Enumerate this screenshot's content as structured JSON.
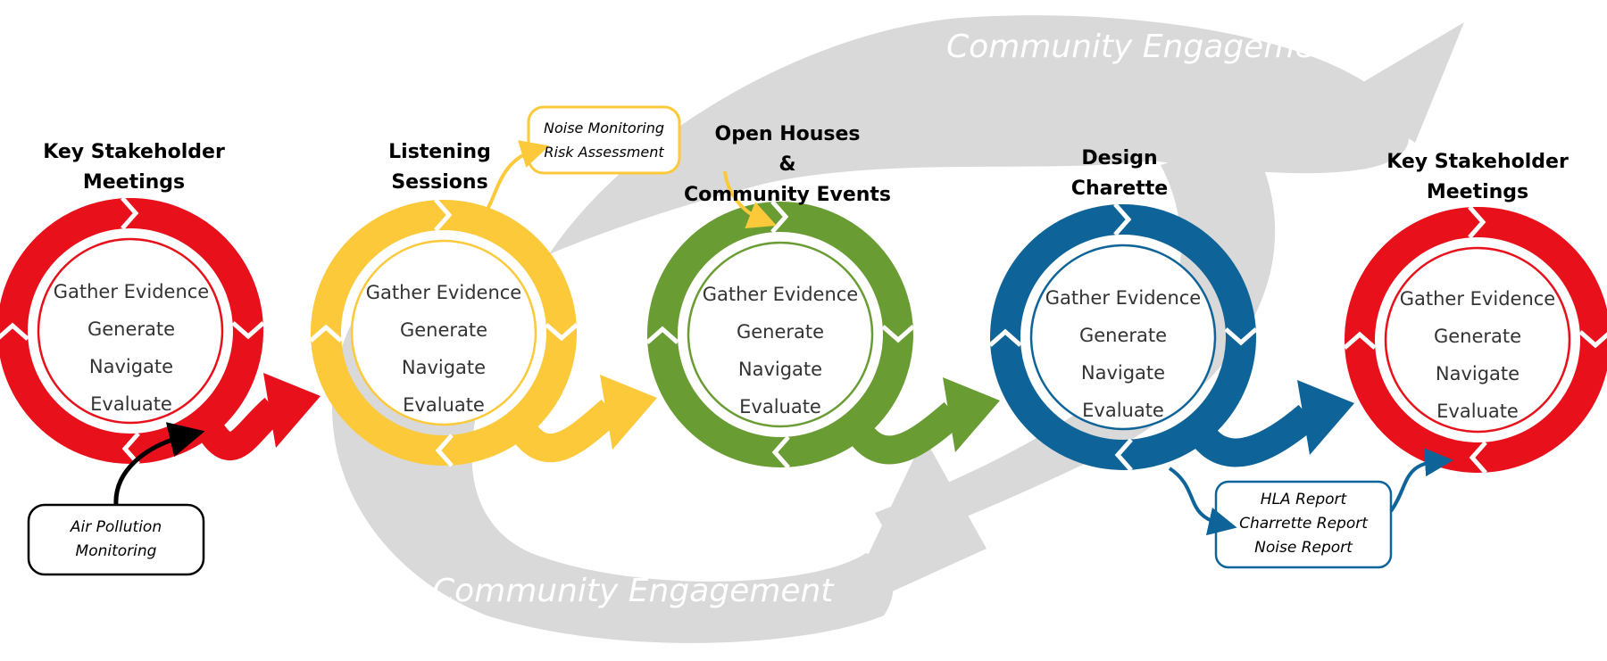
{
  "engagement": {
    "top_label": "Community Engagement",
    "bottom_label": "Community Engagement",
    "color": "#d9d9d9"
  },
  "stages": [
    {
      "title": [
        "Key Stakeholder",
        "Meetings"
      ],
      "color": "#e8101a",
      "steps": [
        "Gather Evidence",
        "Generate",
        "Navigate",
        "Evaluate"
      ]
    },
    {
      "title": [
        "Listening",
        "Sessions"
      ],
      "color": "#fbc93a",
      "steps": [
        "Gather Evidence",
        "Generate",
        "Navigate",
        "Evaluate"
      ]
    },
    {
      "title": [
        "Open Houses",
        "&",
        "Community Events"
      ],
      "color": "#6a9c34",
      "steps": [
        "Gather Evidence",
        "Generate",
        "Navigate",
        "Evaluate"
      ]
    },
    {
      "title": [
        "Design",
        "Charette"
      ],
      "color": "#0e6499",
      "steps": [
        "Gather Evidence",
        "Generate",
        "Navigate",
        "Evaluate"
      ]
    },
    {
      "title": [
        "Key Stakeholder",
        "Meetings"
      ],
      "color": "#e8101a",
      "steps": [
        "Gather Evidence",
        "Generate",
        "Navigate",
        "Evaluate"
      ]
    }
  ],
  "notes": {
    "air": {
      "lines": [
        "Air Pollution",
        "Monitoring"
      ],
      "color": "#000000"
    },
    "noise": {
      "lines": [
        "Noise Monitoring",
        "Risk Assessment"
      ],
      "color": "#fbc93a"
    },
    "reports": {
      "lines": [
        "HLA Report",
        "Charrette Report",
        "Noise Report"
      ],
      "color": "#0e6499"
    }
  }
}
